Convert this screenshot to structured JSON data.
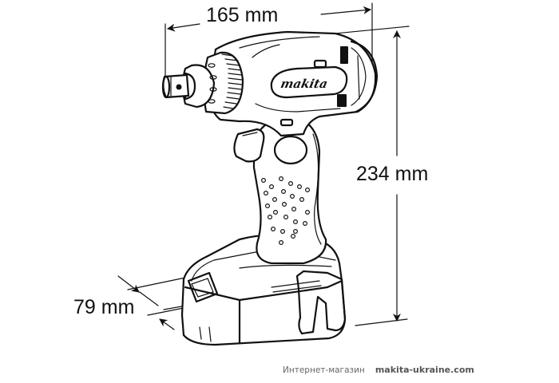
{
  "figure": {
    "subject": "Makita cordless impact wrench dimension drawing",
    "brand_logo": "makita"
  },
  "dimensions": {
    "length": "165 mm",
    "height": "234 mm",
    "width": "79 mm"
  },
  "footer": {
    "shop_label": "Интернет-магазин",
    "site": "makita-ukraine.com"
  },
  "colors": {
    "line": "#111111",
    "background": "#ffffff",
    "footer_text": "#666666"
  }
}
